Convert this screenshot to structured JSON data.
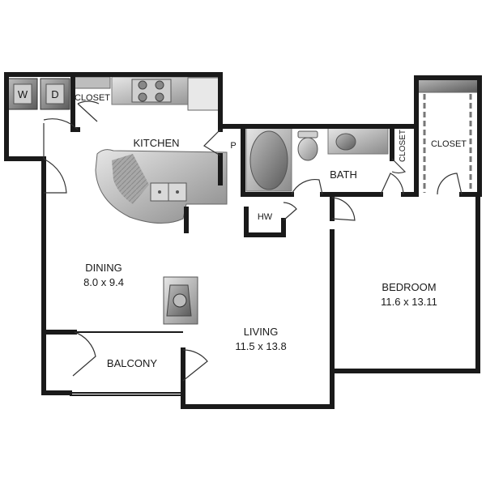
{
  "rooms": {
    "washer": "W",
    "dryer": "D",
    "closet_laundry": "CLOSET",
    "kitchen": "KITCHEN",
    "pantry": "P",
    "bath": "BATH",
    "closet_bath": "CLOSET",
    "closet_bedroom": "CLOSET",
    "hw": "HW",
    "dining": {
      "name": "DINING",
      "dims": "8.0 x 9.4"
    },
    "living": {
      "name": "LIVING",
      "dims": "11.5 x 13.8"
    },
    "bedroom": {
      "name": "BEDROOM",
      "dims": "11.6 x 13.11"
    },
    "balcony": "BALCONY"
  },
  "colors": {
    "wall": "#1a1a1a",
    "fixture": "#9a9a9a",
    "fixture_dark": "#6e6e6e",
    "fixture_light": "#d6d6d6"
  }
}
